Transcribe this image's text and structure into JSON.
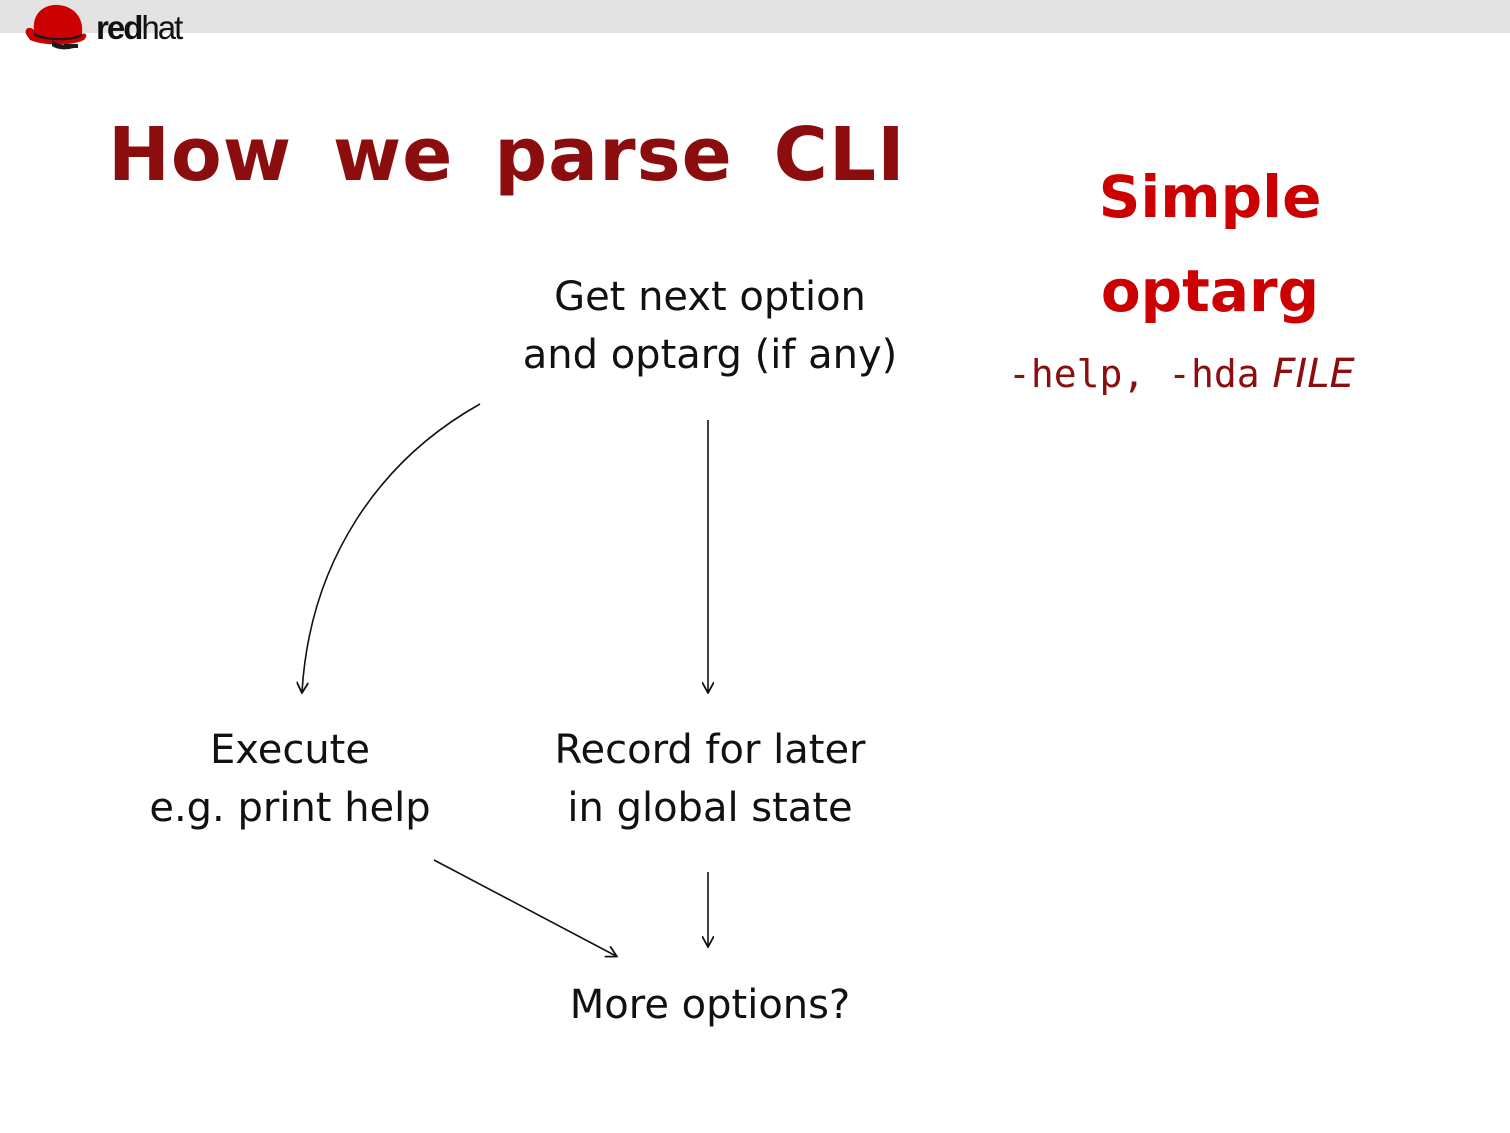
{
  "logo": {
    "text_bold": "red",
    "text_regular": "hat",
    "accent": "#cc0000"
  },
  "slide": {
    "title": "How we parse CLI",
    "side_heading_line1": "Simple",
    "side_heading_line2": "optarg",
    "side_opt1": "-help",
    "side_sep": ", ",
    "side_opt2": "-hda",
    "side_arg": "FILE",
    "title_color": "#8b0d0d",
    "heading_color": "#cc0000"
  },
  "diagram": {
    "nodes": {
      "get_option": {
        "line1": "Get next option",
        "line2": "and optarg (if any)"
      },
      "execute": {
        "line1": "Execute",
        "line2": "e.g. print help"
      },
      "record": {
        "line1": "Record for later",
        "line2": "in global state"
      },
      "more_options": {
        "line1": "More options?"
      }
    },
    "edges": [
      {
        "from": "get_option",
        "to": "execute"
      },
      {
        "from": "get_option",
        "to": "record"
      },
      {
        "from": "execute",
        "to": "more_options"
      },
      {
        "from": "record",
        "to": "more_options"
      }
    ]
  }
}
